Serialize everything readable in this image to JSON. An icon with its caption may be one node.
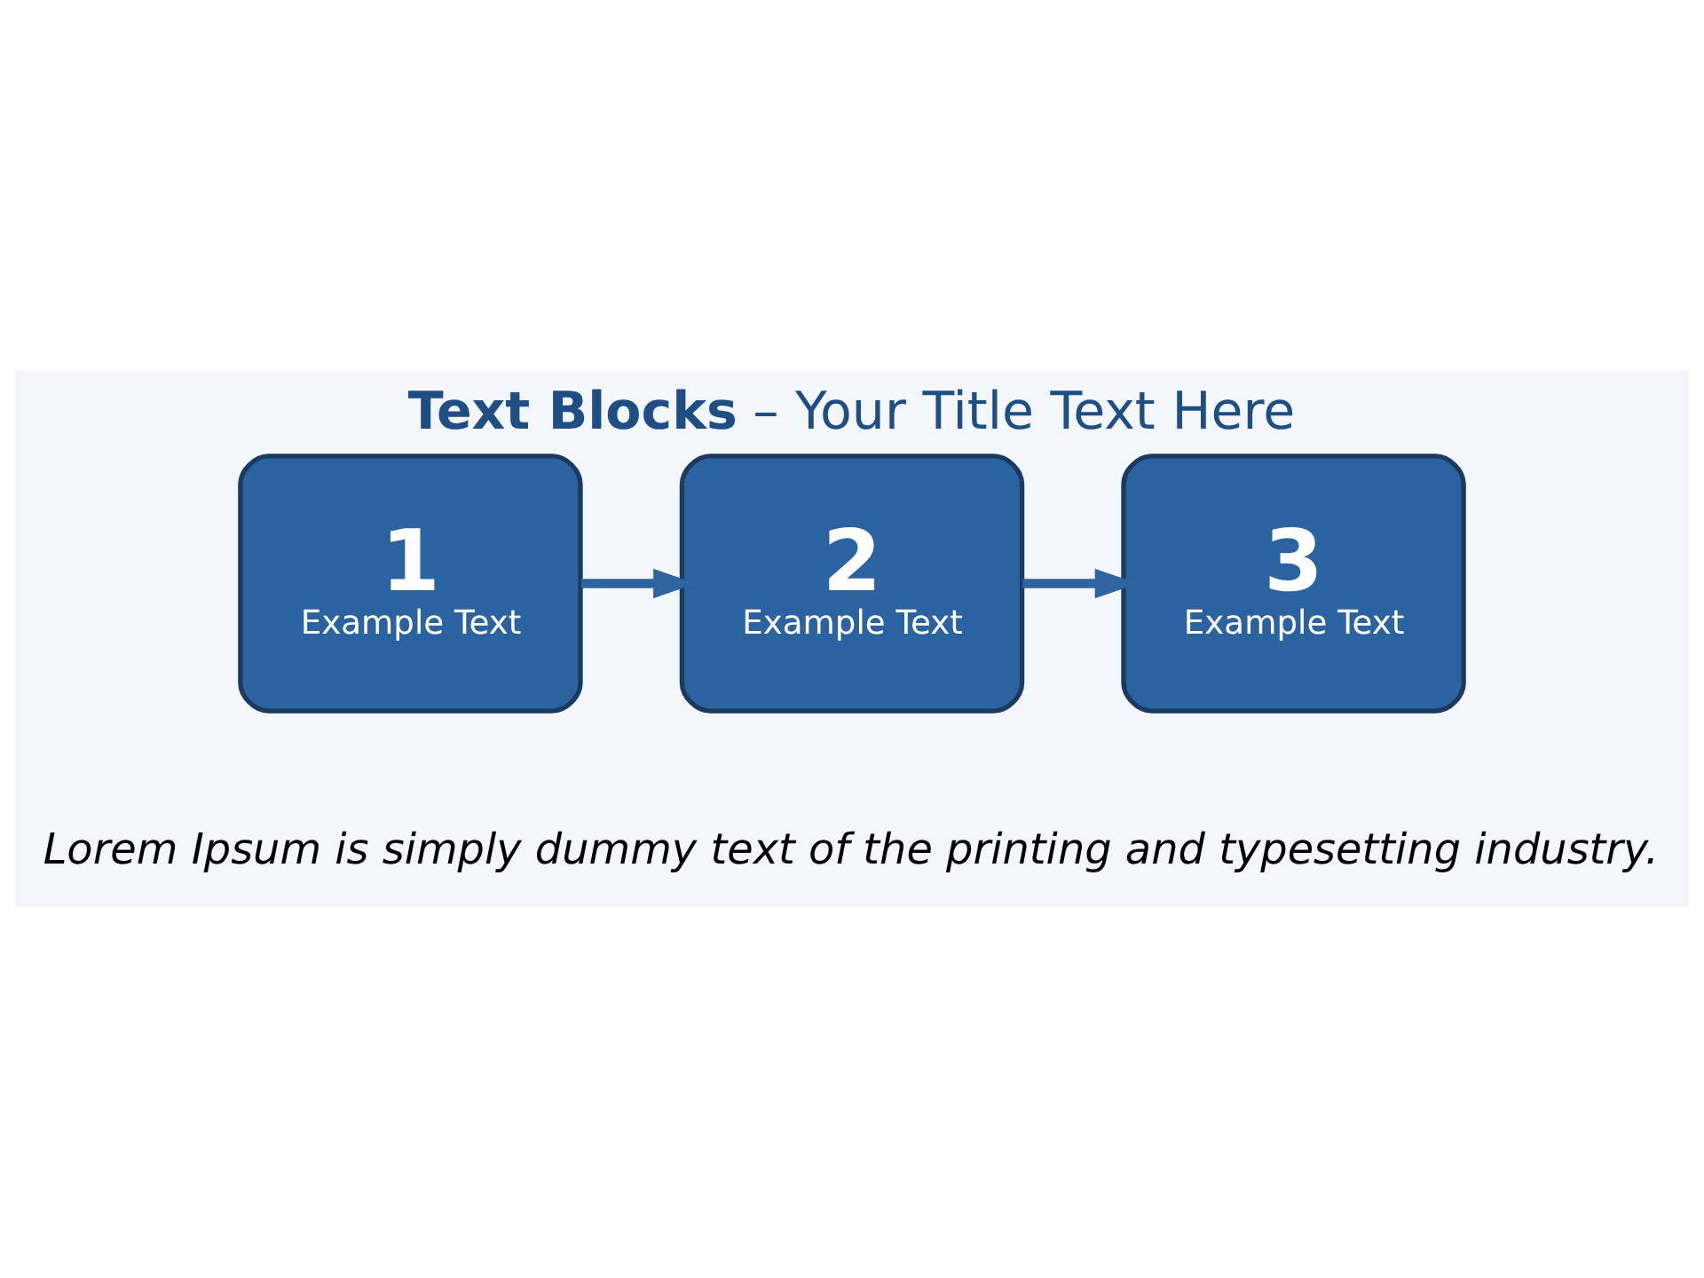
{
  "diagram": {
    "title": "**Text Blocks** – Your Title Text Here",
    "nodes": [
      {
        "text": [
          "1",
          "Example Text"
        ]
      },
      {
        "text": [
          "2",
          "Example Text"
        ]
      },
      {
        "text": [
          "3",
          "Example Text"
        ]
      }
    ],
    "edges": [
      {
        "from": 0,
        "to": 1,
        "arrow": "to"
      },
      {
        "from": 1,
        "to": 2,
        "arrow": "to"
      }
    ],
    "labels": [
      "Lorem Ipsum is simply dummy text of the printing and typesetting industry."
    ]
  }
}
